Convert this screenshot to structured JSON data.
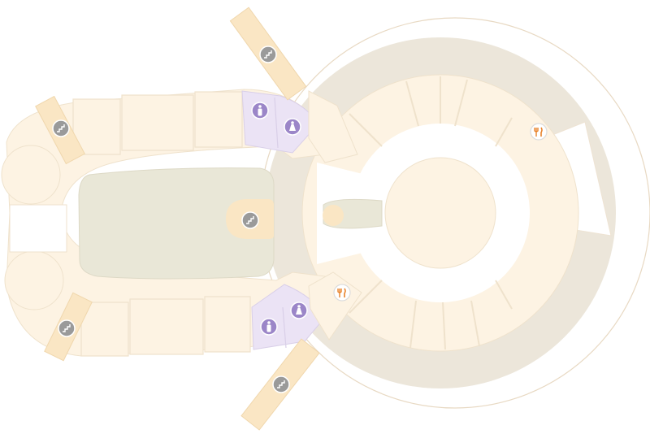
{
  "map": {
    "colors": {
      "background": "#ffffff",
      "room": "#fdf3e3",
      "room_stroke": "#efe2cc",
      "wall": "#ece6da",
      "court": "#e9e7d7",
      "corridor": "#fae6c4",
      "restroom": "#ebe3f5",
      "restroom_stroke": "#d9cfe8",
      "icon_gray": "#9a9a9a",
      "icon_purple": "#9b86c8",
      "icon_orange": "#e8822a",
      "outline": "#e4d3bd"
    },
    "pois": [
      {
        "id": "stairs-top-left",
        "type": "stairs",
        "icon": "stairs-icon"
      },
      {
        "id": "stairs-top-diagonal",
        "type": "stairs",
        "icon": "stairs-icon"
      },
      {
        "id": "stairs-center",
        "type": "stairs",
        "icon": "stairs-icon"
      },
      {
        "id": "stairs-bottom-left",
        "type": "stairs",
        "icon": "stairs-icon"
      },
      {
        "id": "stairs-bottom-diagonal",
        "type": "stairs",
        "icon": "stairs-icon"
      },
      {
        "id": "restroom-men-top",
        "type": "restroom-men",
        "icon": "man-icon"
      },
      {
        "id": "restroom-women-top",
        "type": "restroom-women",
        "icon": "woman-icon"
      },
      {
        "id": "restroom-men-bottom",
        "type": "restroom-men",
        "icon": "man-icon"
      },
      {
        "id": "restroom-women-bottom",
        "type": "restroom-women",
        "icon": "woman-icon"
      },
      {
        "id": "food-top-right",
        "type": "food",
        "icon": "fork-knife-icon"
      },
      {
        "id": "food-bottom",
        "type": "food",
        "icon": "fork-knife-icon"
      }
    ]
  }
}
